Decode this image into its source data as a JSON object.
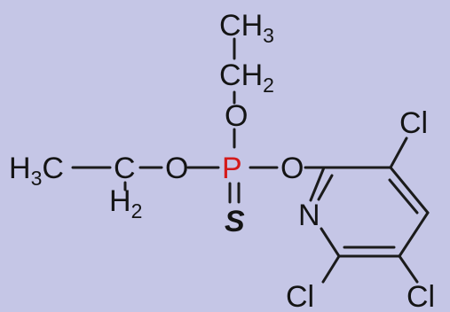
{
  "molecule": {
    "colors": {
      "background": "#c5c6e6",
      "bonds": "#1b1b1b",
      "text": "#141414",
      "phosphorus": "#d41a1a"
    },
    "top_chain": {
      "ch3_C": "C",
      "ch3_H": "H",
      "ch3_sub": "3",
      "ch2_C": "C",
      "ch2_H": "H",
      "ch2_sub": "2",
      "oxygen": "O"
    },
    "left_chain": {
      "h3c_H": "H",
      "h3c_sub": "3",
      "h3c_C": "C",
      "c_atom": "C",
      "h2_H": "H",
      "h2_sub": "2",
      "oxygen": "O"
    },
    "center": {
      "phosphorus": "P",
      "sulfur": "S",
      "ester_oxygen": "O"
    },
    "ring": {
      "nitrogen": "N",
      "cl_top": "Cl",
      "cl_bottom_left": "Cl",
      "cl_bottom_right": "Cl"
    }
  }
}
